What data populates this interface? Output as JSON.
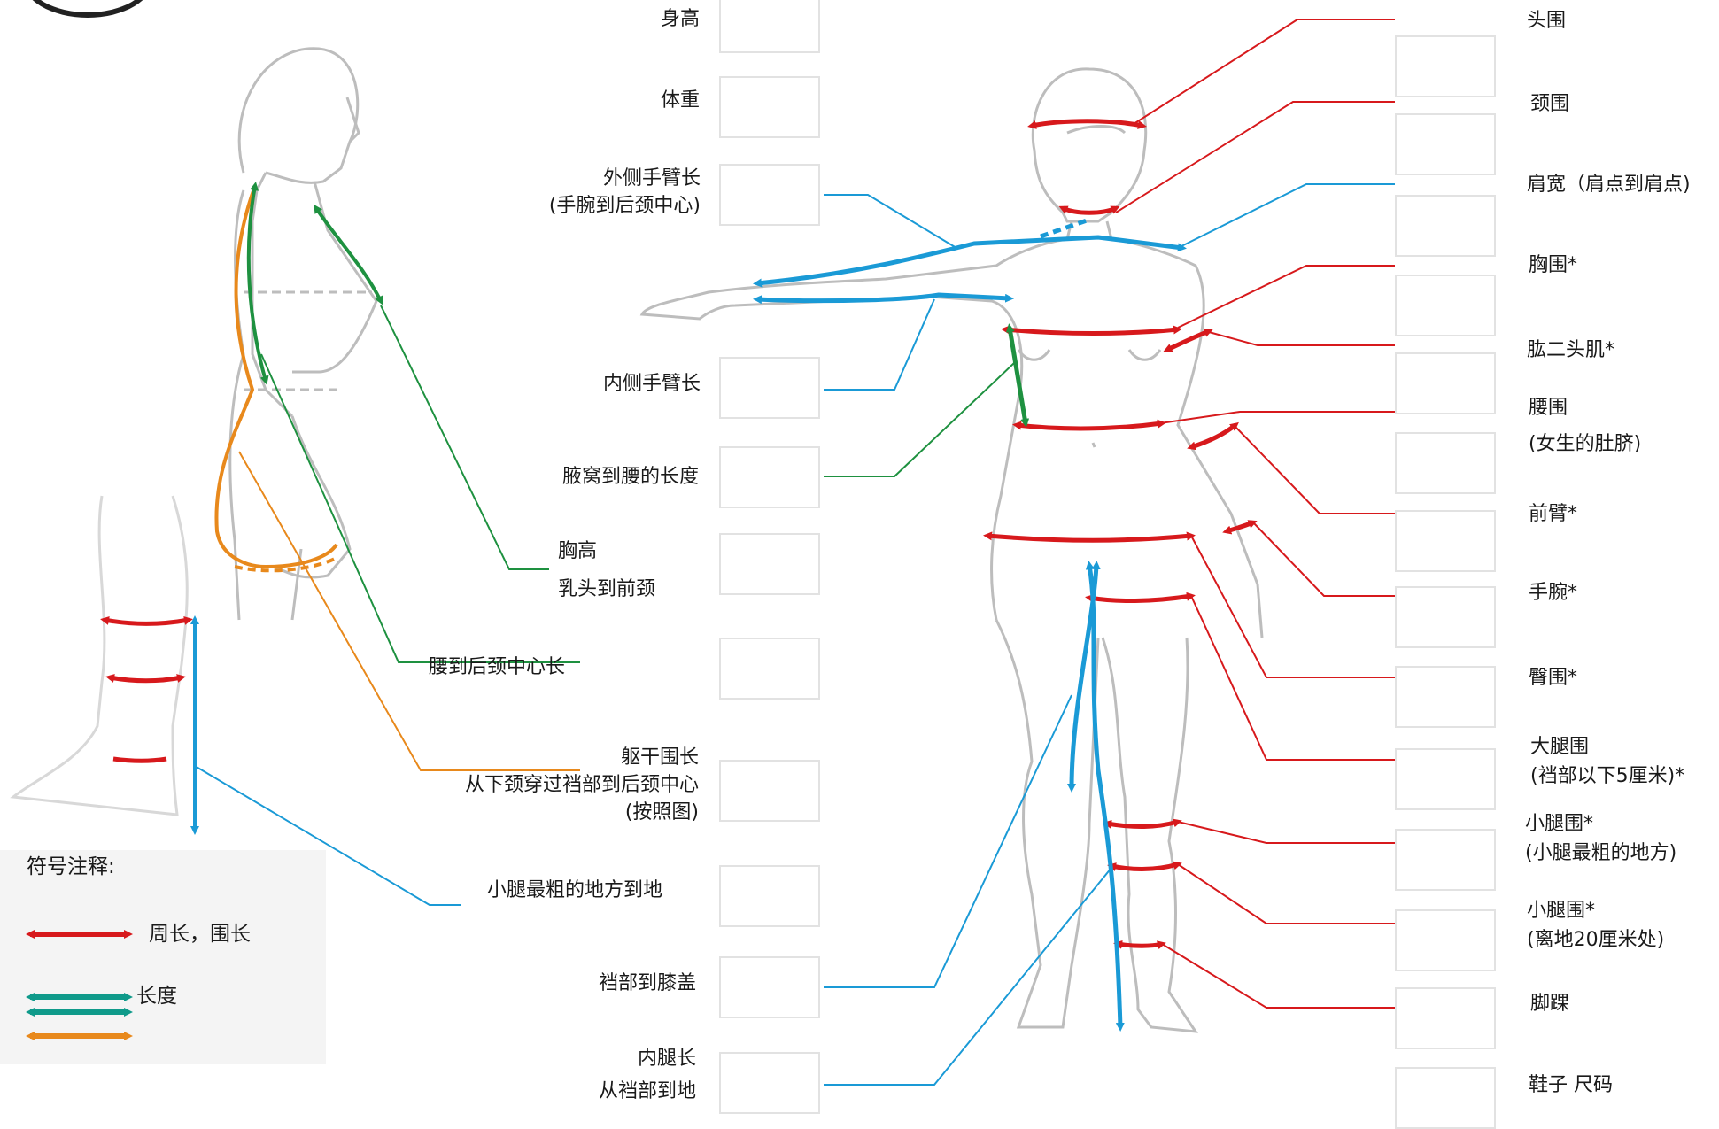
{
  "colors": {
    "circumference": "#d7191c",
    "length_blue": "#1a9ad6",
    "length_green": "#1e9140",
    "length_orange": "#e8891c",
    "length_teal": "#0f9a8a",
    "body_outline": "#bdbdbd",
    "legend_bg": "#f4f4f4",
    "box_border": "#e2e2e2"
  },
  "left_labels": [
    {
      "id": "height",
      "lines": [
        "身高"
      ]
    },
    {
      "id": "weight",
      "lines": [
        "体重"
      ]
    },
    {
      "id": "outer-arm",
      "lines": [
        "外侧手臂长",
        "(手腕到后颈中心)"
      ]
    },
    {
      "id": "inner-arm",
      "lines": [
        "内侧手臂长"
      ]
    },
    {
      "id": "armpit-waist",
      "lines": [
        "腋窝到腰的长度"
      ]
    },
    {
      "id": "bust-height",
      "lines": [
        "胸高",
        "乳头到前颈"
      ]
    },
    {
      "id": "waist-neck",
      "lines": [
        "腰到后颈中心长"
      ]
    },
    {
      "id": "torso-girth",
      "lines": [
        "躯干围长",
        "从下颈穿过裆部到后颈中心",
        "(按照图)"
      ]
    },
    {
      "id": "calf-floor",
      "lines": [
        "小腿最粗的地方到地"
      ]
    },
    {
      "id": "crotch-knee",
      "lines": [
        "裆部到膝盖"
      ]
    },
    {
      "id": "inseam",
      "lines": [
        "内腿长",
        "从裆部到地"
      ]
    }
  ],
  "right_labels": [
    {
      "id": "head",
      "lines": [
        "头围"
      ]
    },
    {
      "id": "neck",
      "lines": [
        "颈围"
      ]
    },
    {
      "id": "shoulder",
      "lines": [
        "肩宽（肩点到肩点)"
      ]
    },
    {
      "id": "chest",
      "lines": [
        "胸围*"
      ]
    },
    {
      "id": "bicep",
      "lines": [
        "肱二头肌*"
      ]
    },
    {
      "id": "waist",
      "lines": [
        "腰围",
        "(女生的肚脐)"
      ]
    },
    {
      "id": "forearm",
      "lines": [
        "前臂*"
      ]
    },
    {
      "id": "wrist",
      "lines": [
        "手腕*"
      ]
    },
    {
      "id": "hip",
      "lines": [
        "臀围*"
      ]
    },
    {
      "id": "thigh",
      "lines": [
        "大腿围",
        "(裆部以下5厘米)*"
      ]
    },
    {
      "id": "calf",
      "lines": [
        "小腿围*",
        "(小腿最粗的地方)"
      ]
    },
    {
      "id": "calf-20",
      "lines": [
        "小腿围*",
        "(离地20厘米处)"
      ]
    },
    {
      "id": "ankle",
      "lines": [
        "脚踝"
      ]
    },
    {
      "id": "shoe",
      "lines": [
        "鞋子 尺码"
      ]
    }
  ],
  "legend": {
    "title": "符号注释:",
    "circumference_label": "周长，围长",
    "length_label": "长度"
  }
}
